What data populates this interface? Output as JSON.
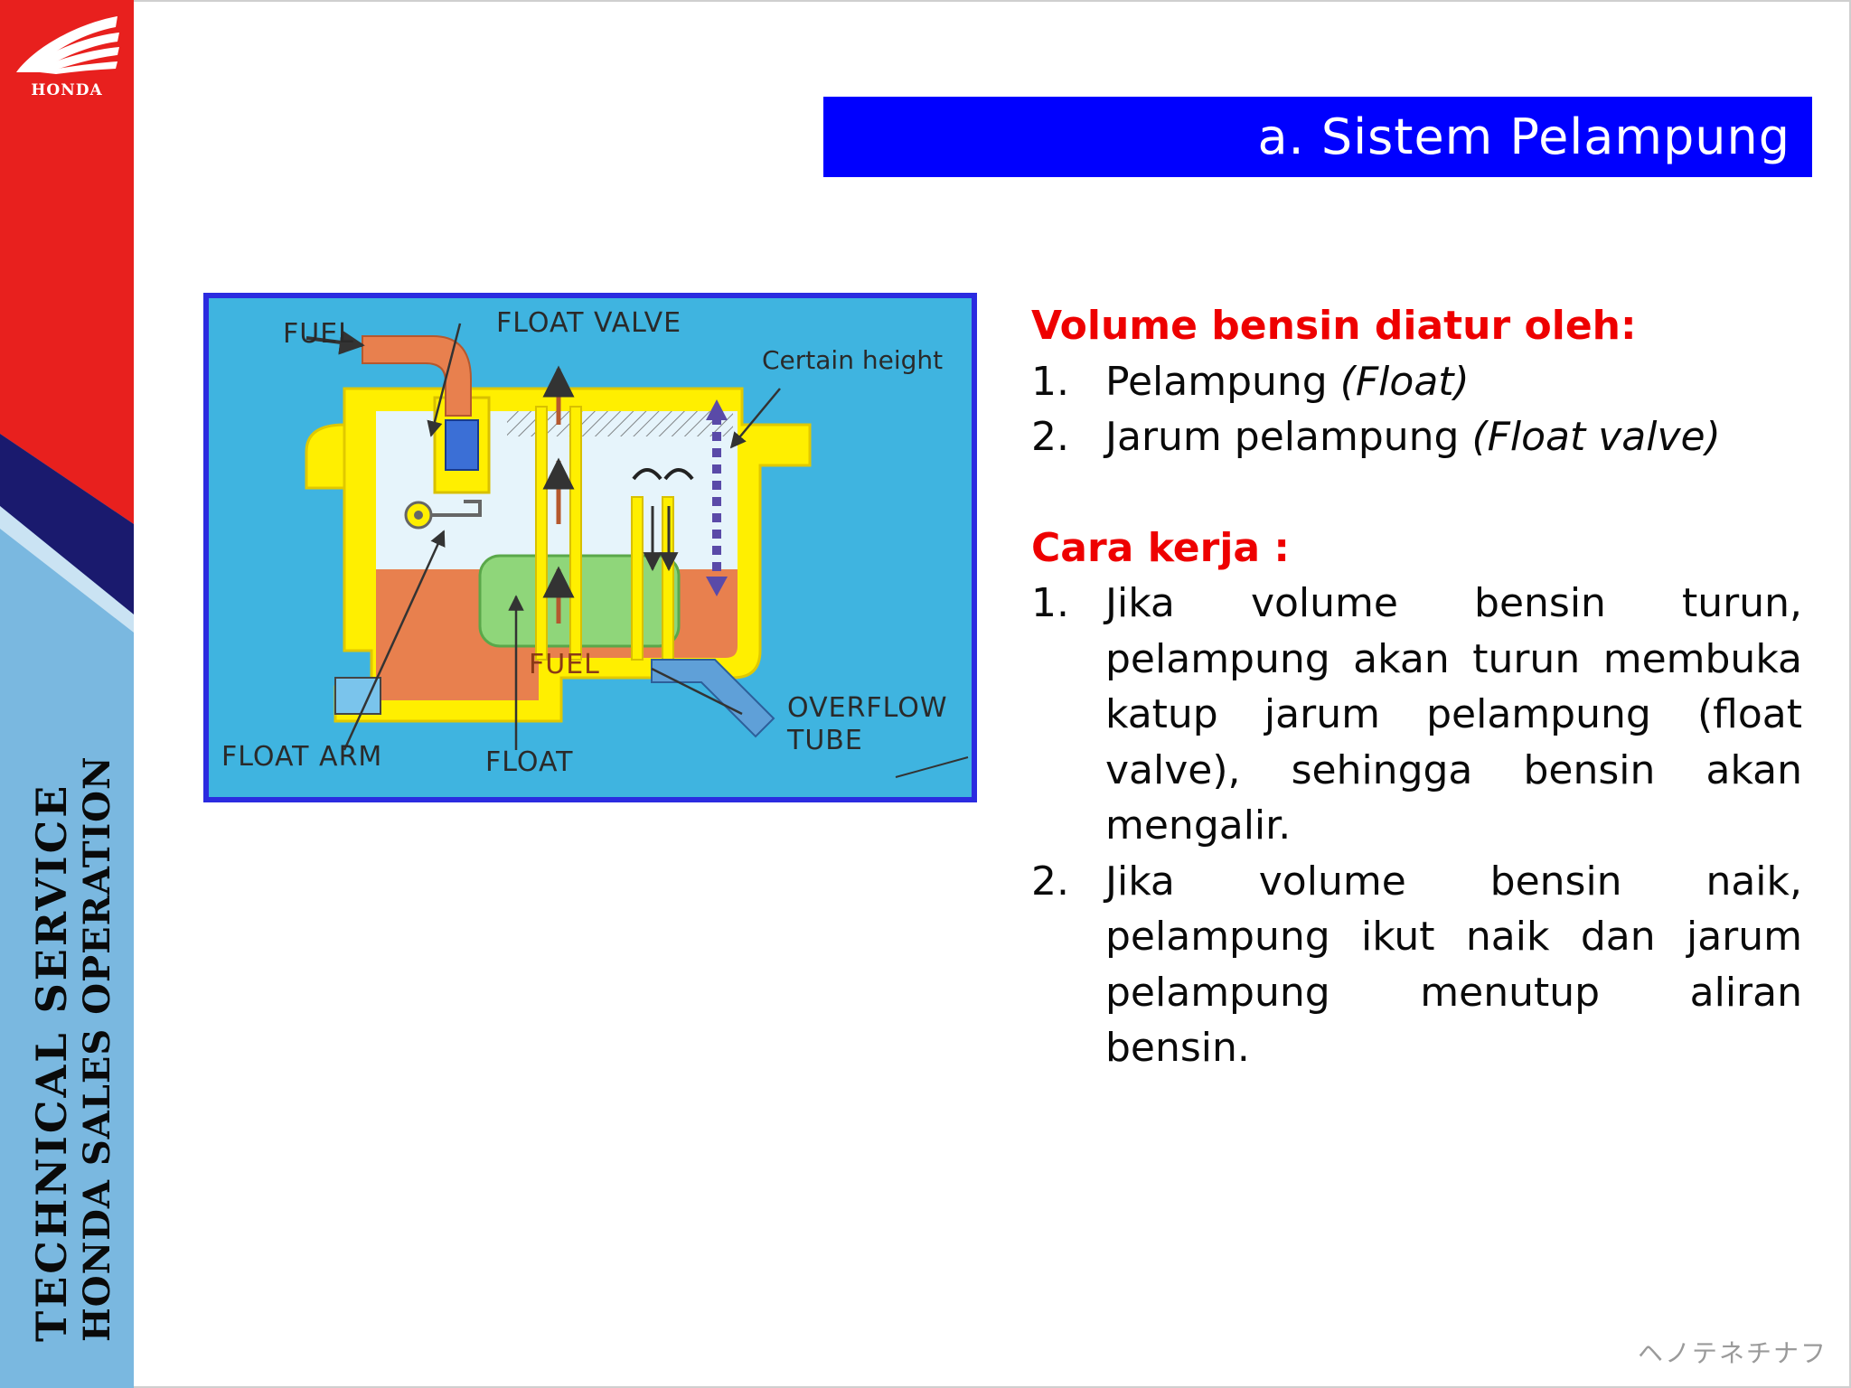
{
  "sidebar": {
    "brand": "HONDA",
    "line1": "TECHNICAL   SERVICE",
    "line2": "HONDA SALES OPERATION",
    "colors": {
      "red": "#e8201e",
      "blue": "#7ab8e0",
      "navy": "#1a1a6e"
    }
  },
  "title": "a. Sistem Pelampung",
  "figure": {
    "labels": {
      "fuel_in": "FUEL",
      "float_valve": "FLOAT VALVE",
      "certain_height": "Certain height",
      "fuel_level": "FUEL",
      "overflow_1": "OVERFLOW",
      "overflow_2": "TUBE",
      "float_arm": "FLOAT ARM",
      "float": "FLOAT"
    }
  },
  "content": {
    "heading1": "Volume bensin diatur oleh:",
    "parts": [
      {
        "num": "1.",
        "text": "Pelampung ",
        "italic": "(Float)"
      },
      {
        "num": "2.",
        "text": "Jarum pelampung ",
        "italic": "(Float valve)"
      }
    ],
    "heading2": "Cara kerja :",
    "steps": [
      {
        "num": "1.",
        "text": "Jika volume bensin turun, pelampung akan turun membuka katup jarum pelampung (float valve), sehingga bensin akan mengalir."
      },
      {
        "num": "2.",
        "text": "Jika volume bensin naik, pelampung ikut naik dan jarum pelampung menutup aliran bensin."
      }
    ]
  },
  "watermark": "ヘノテネチナフ"
}
